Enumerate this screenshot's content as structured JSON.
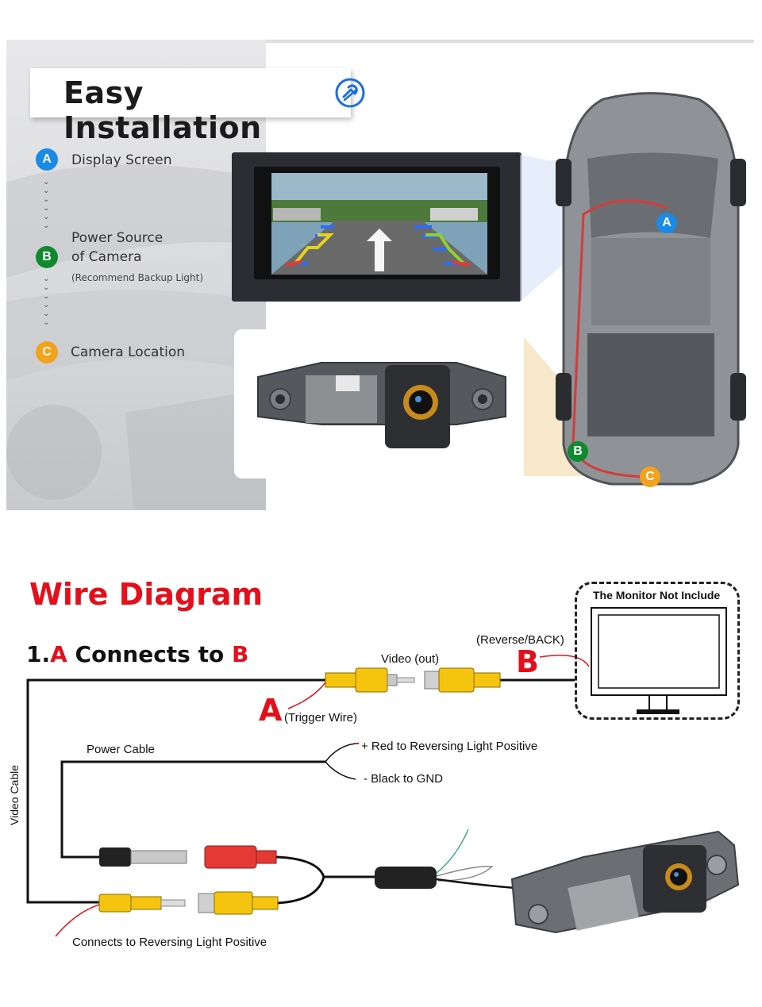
{
  "installation": {
    "title": "Easy Installation",
    "steps": [
      {
        "badge": "A",
        "label": "Display Screen",
        "color": "#1b8ae6"
      },
      {
        "badge": "B",
        "label_line1": "Power Source",
        "label_line2": "of Camera",
        "note": "(Recommend Backup Light)",
        "color": "#0f8a2e"
      },
      {
        "badge": "C",
        "label": "Camera Location",
        "color": "#f2a21b"
      }
    ],
    "car_markers": [
      "A",
      "B",
      "C"
    ]
  },
  "wire_diagram": {
    "title": "Wire Diagram",
    "subtitle_prefix": "1.",
    "subtitle_a": "A",
    "subtitle_mid": " Connects to ",
    "subtitle_b": "B",
    "video_out": "Video (out)",
    "reverse_back": "(Reverse/BACK)",
    "letter_a": "A",
    "letter_b": "B",
    "trigger_wire": "(Trigger Wire)",
    "monitor_note": "The Monitor Not Include",
    "power_cable": "Power Cable",
    "red_positive": "+ Red to Reversing Light Positive",
    "black_gnd": "- Black to GND",
    "video_cable": "Video Cable",
    "connects_reversing": "Connects to Reversing Light Positive"
  },
  "colors": {
    "accent_red": "#e3101b",
    "rca_yellow": "#f5c40f",
    "dc_red": "#e53935",
    "badge_blue": "#1b8ae6",
    "badge_green": "#0f8a2e",
    "badge_orange": "#f2a21b"
  }
}
